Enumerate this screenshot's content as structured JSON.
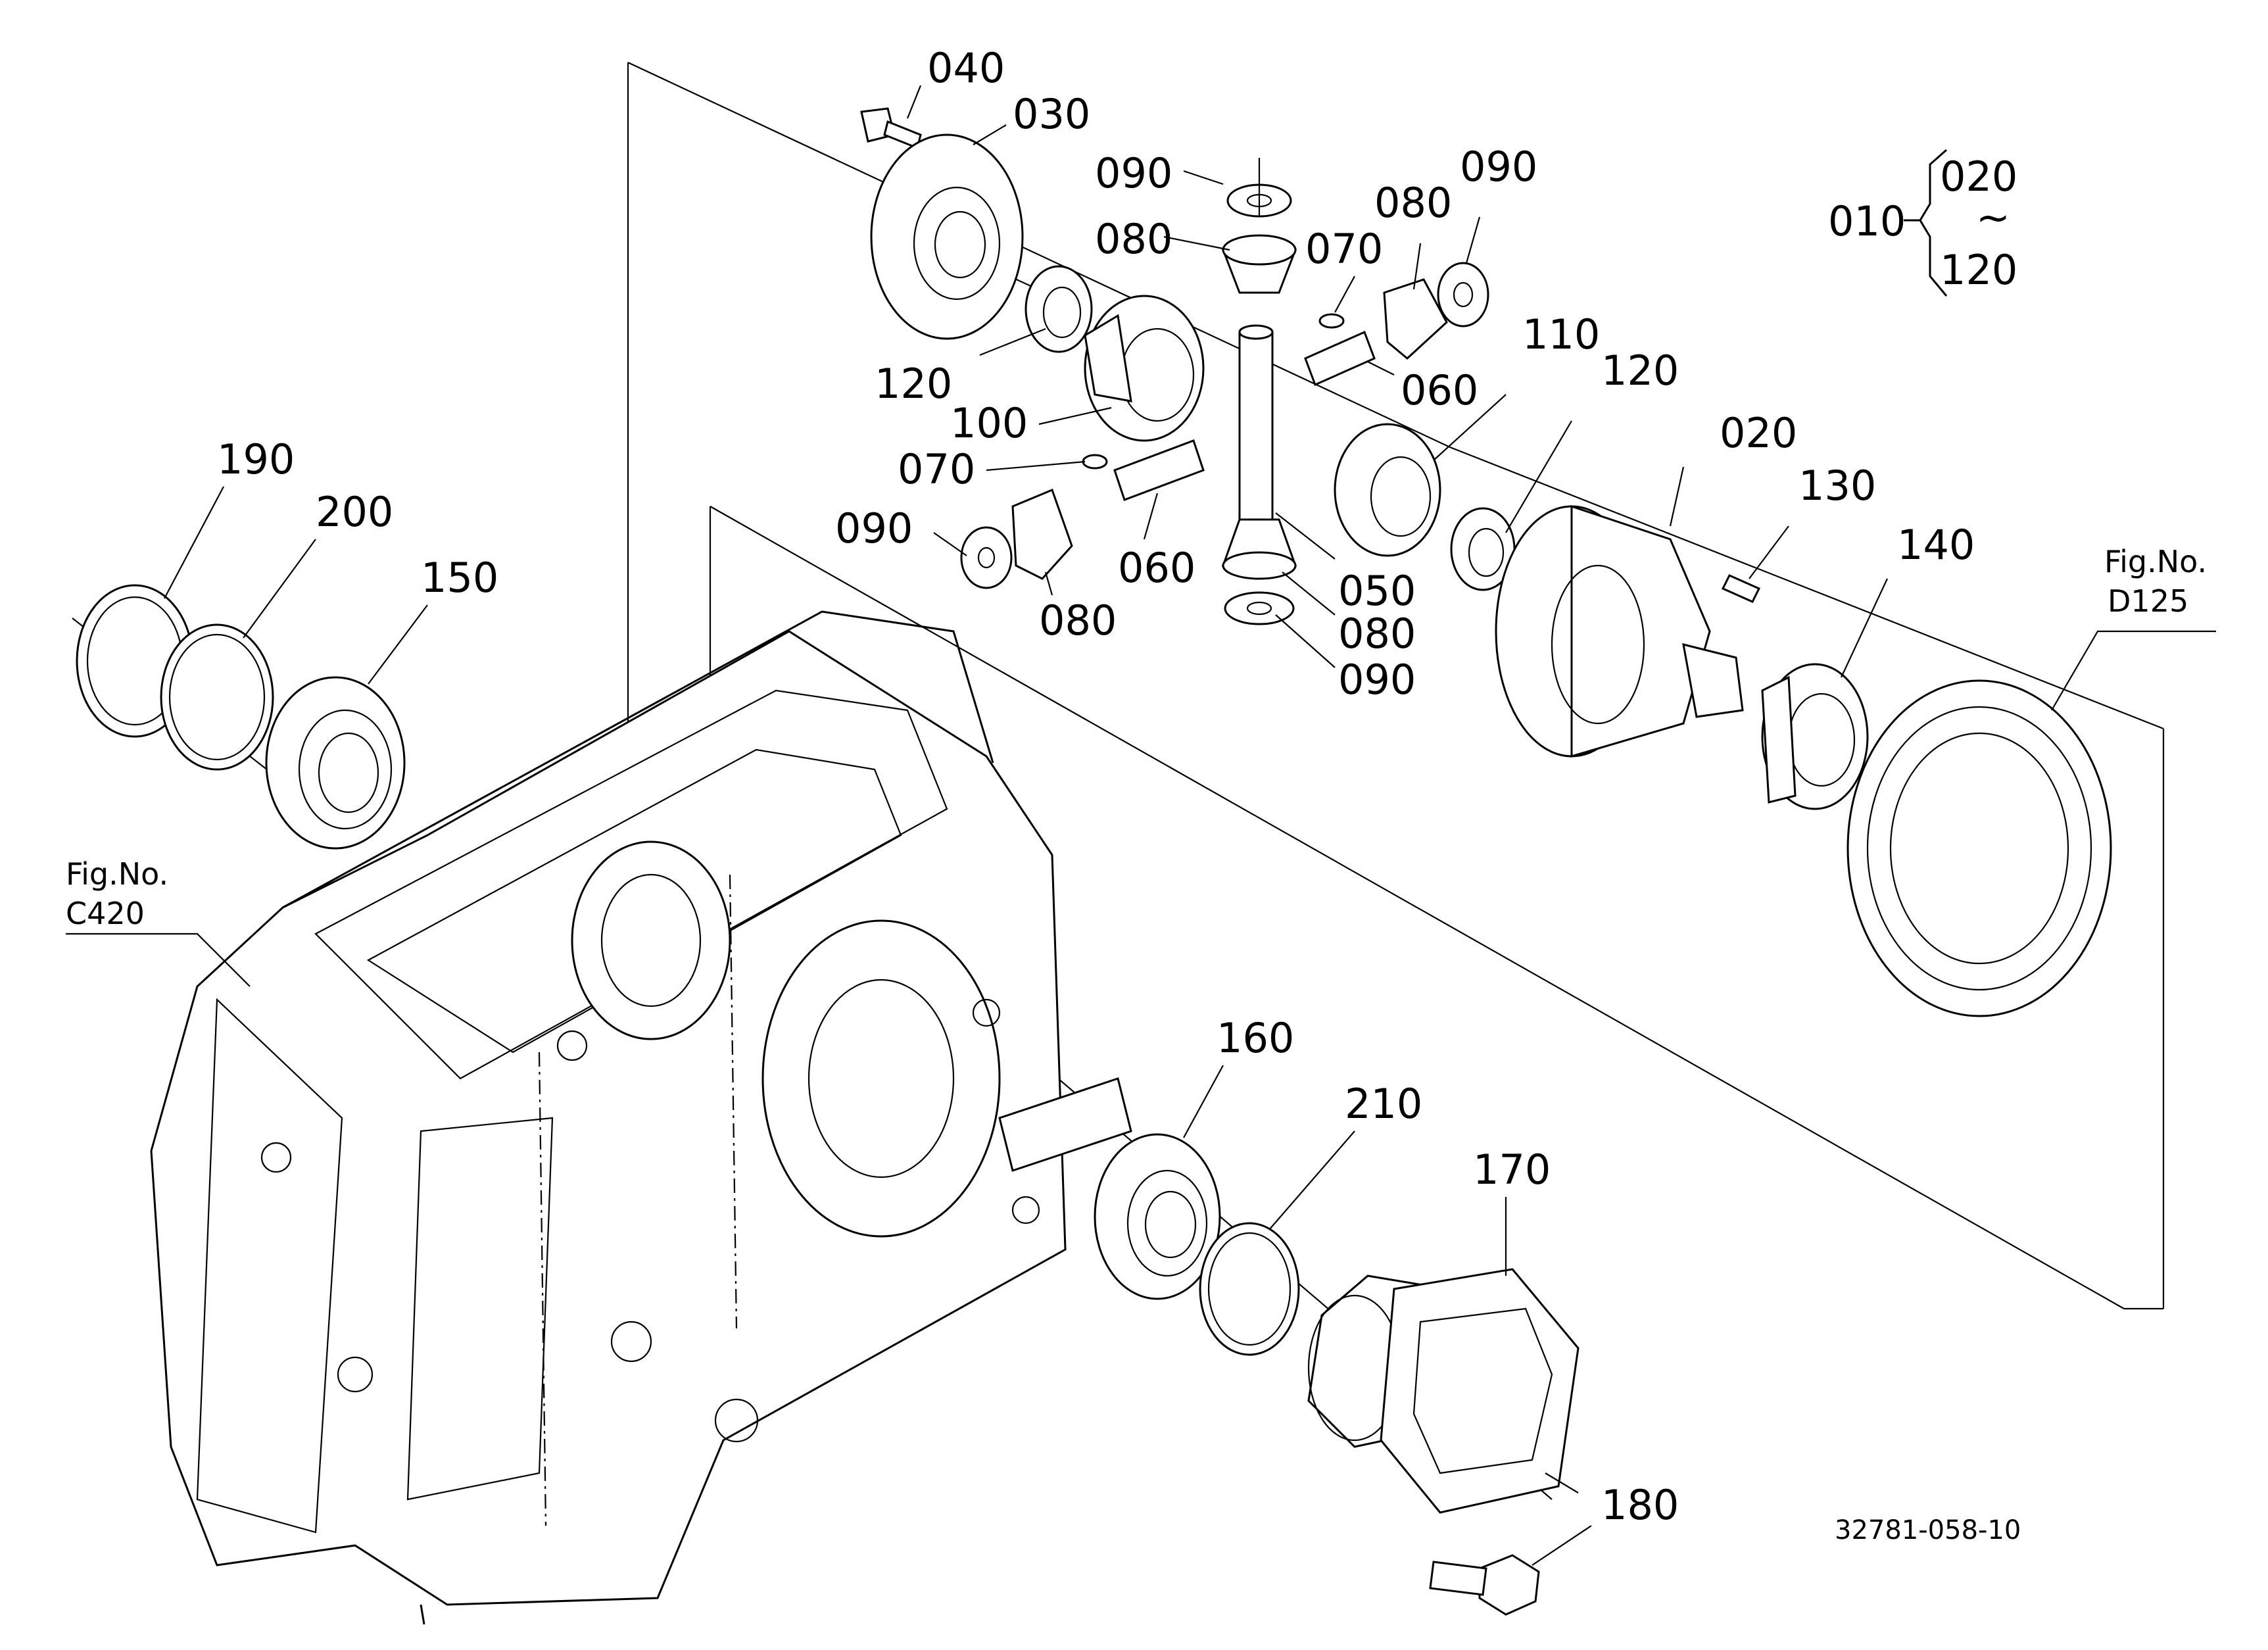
{
  "callouts": [
    {
      "id": "c040",
      "text": "040"
    },
    {
      "id": "c030",
      "text": "030"
    },
    {
      "id": "c090a",
      "text": "090"
    },
    {
      "id": "c080a",
      "text": "080"
    },
    {
      "id": "c070a",
      "text": "070"
    },
    {
      "id": "c080b",
      "text": "080"
    },
    {
      "id": "c090b",
      "text": "090"
    },
    {
      "id": "c120a",
      "text": "120"
    },
    {
      "id": "c100",
      "text": "100"
    },
    {
      "id": "c060a",
      "text": "060"
    },
    {
      "id": "c110",
      "text": "110"
    },
    {
      "id": "c120b",
      "text": "120"
    },
    {
      "id": "c020",
      "text": "020"
    },
    {
      "id": "c070b",
      "text": "070"
    },
    {
      "id": "c090c",
      "text": "090"
    },
    {
      "id": "c060b",
      "text": "060"
    },
    {
      "id": "c080c",
      "text": "080"
    },
    {
      "id": "c050",
      "text": "050"
    },
    {
      "id": "c080d",
      "text": "080"
    },
    {
      "id": "c090d",
      "text": "090"
    },
    {
      "id": "c130",
      "text": "130"
    },
    {
      "id": "c140",
      "text": "140"
    },
    {
      "id": "c190",
      "text": "190"
    },
    {
      "id": "c200",
      "text": "200"
    },
    {
      "id": "c150",
      "text": "150"
    },
    {
      "id": "c160",
      "text": "160"
    },
    {
      "id": "c210",
      "text": "210"
    },
    {
      "id": "c170",
      "text": "170"
    },
    {
      "id": "c180",
      "text": "180"
    }
  ],
  "assembly_bracket": {
    "parent": "010",
    "from": "020",
    "tilde": "~",
    "to": "120"
  },
  "figure_refs": [
    {
      "id": "fig-d125",
      "line1": "Fig.No.",
      "line2": "D125"
    },
    {
      "id": "fig-c420",
      "line1": "Fig.No.",
      "line2": "C420"
    }
  ],
  "drawing_code": "32781-058-10"
}
